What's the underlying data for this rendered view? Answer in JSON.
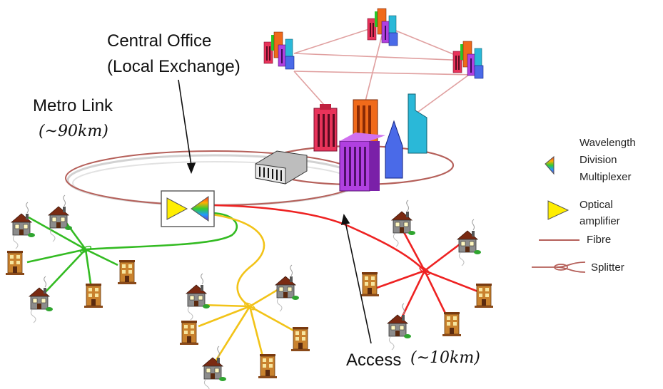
{
  "labels": {
    "central_office_line1": "Central Office",
    "central_office_line2": "(Local Exchange)",
    "metro_link": "Metro Link",
    "metro_distance": "(~90km)",
    "access": "Access",
    "access_distance": "(~10km)"
  },
  "legend": {
    "wdm_line1": "Wavelength",
    "wdm_line2": "Division",
    "wdm_line3": "Multiplexer",
    "amp_line1": "Optical",
    "amp_line2": "amplifier",
    "fibre": "Fibre",
    "splitter": "Splitter"
  },
  "colors": {
    "metro_fibre": "#b5605a",
    "metro_grey": "#c8c8c8",
    "access_green": "#33bb22",
    "access_yellow": "#f2c318",
    "access_red": "#ee2222",
    "amplifier_yellow": "#ffee00",
    "house_roof": "#7a2a12",
    "house_wall": "#8c8c8c",
    "apartment_wall": "#c9822e"
  },
  "icons": {
    "wdm": "wavelength-division-multiplexer-icon",
    "amplifier": "optical-amplifier-icon",
    "house": "house-icon",
    "apartment": "apartment-building-icon",
    "city": "city-buildings-icon",
    "exchange": "central-office-building-icon"
  }
}
